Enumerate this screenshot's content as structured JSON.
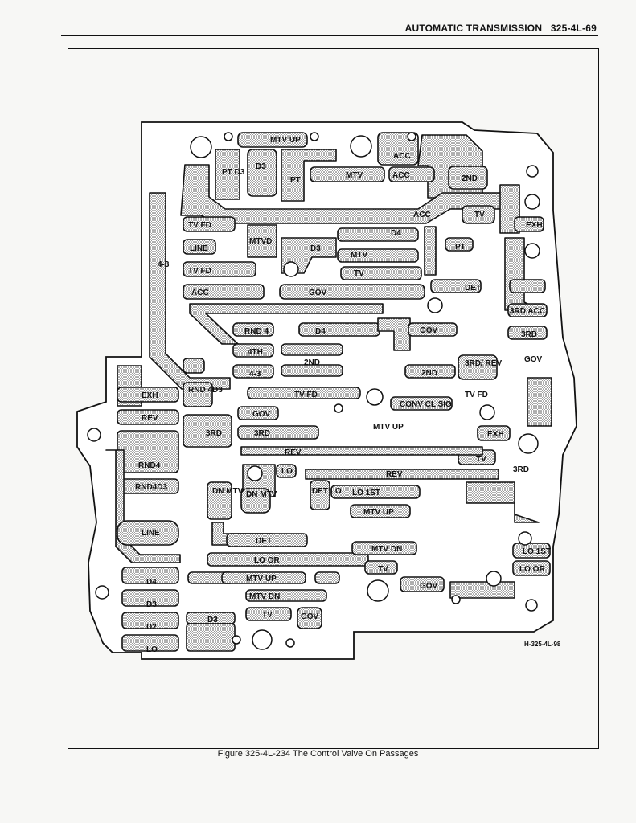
{
  "header": {
    "title": "AUTOMATIC TRANSMISSION",
    "page": "325-4L-69"
  },
  "figure_id": "H-325-4L-98",
  "caption": "Figure 325-4L-234 The Control Valve On Passages",
  "labels": {
    "mtv_up_top": "MTV UP",
    "acc_top": "ACC",
    "pt_d3": "PT D3",
    "d3_top": "D3",
    "pt_top": "PT",
    "mtv_top": "MTV",
    "acc_top2": "ACC",
    "second_top": "2ND",
    "acc_mid": "ACC",
    "tv_top": "TV",
    "d4_top": "D4",
    "tv_fd_1": "TV FD",
    "mtvd": "MTVD",
    "line_upper": "LINE",
    "d3_mid": "D3",
    "mtv_mid": "MTV",
    "exh_right_top": "EXH",
    "pt_right": "PT",
    "four_three_left": "4-3",
    "tv_fd_2": "TV FD",
    "tv_mid": "TV",
    "acc_left": "ACC",
    "gov_mid": "GOV",
    "det_mid": "DET",
    "third_acc": "3RD ACC",
    "rnd4_mid": "RND 4",
    "d4_mid": "D4",
    "gov_mid2": "GOV",
    "third_right": "3RD",
    "fourth": "4TH",
    "second_mid": "2ND",
    "gov_right": "GOV",
    "four_three_mid": "4-3",
    "second_mid2": "2ND",
    "third_rev": "3RD/ REV",
    "exh_left": "EXH",
    "rnd_4d3": "RND 4D3",
    "tv_fd_3": "TV FD",
    "conv_cl_sig": "CONV CL SIG",
    "tv_fd_right": "TV FD",
    "rev_left": "REV",
    "gov_lower": "GOV",
    "mtv_up_mid": "MTV UP",
    "third_left": "3RD",
    "third_lower": "3RD",
    "exh_right": "EXH",
    "rev_mid": "REV",
    "rnd4_left": "RND4",
    "lo_mid": "LO",
    "rev_right": "REV",
    "tv_right": "TV",
    "third_right_low": "3RD",
    "rnd4d3_left": "RND4D3",
    "dn_mtv_1": "DN MTV",
    "dn_mtv_2": "DN MTV",
    "det_lo": "DET LO",
    "lo_1st_mid": "LO 1ST",
    "mtv_up_low": "MTV UP",
    "line_lower": "LINE",
    "det_low": "DET",
    "mtv_dn_right": "MTV DN",
    "lo_1st_right": "LO 1ST",
    "lo_or_low": "LO OR",
    "lo_or_right": "LO OR",
    "d4_left": "D4",
    "mtv_up_bottom": "MTV UP",
    "tv_low": "TV",
    "gov_low_right": "GOV",
    "mtv_dn_bottom": "MTV DN",
    "d3_left": "D3",
    "d3_bottom": "D3",
    "tv_bottom": "TV",
    "gov_bottom": "GOV",
    "d2_left": "D2",
    "lo_left": "LO"
  }
}
